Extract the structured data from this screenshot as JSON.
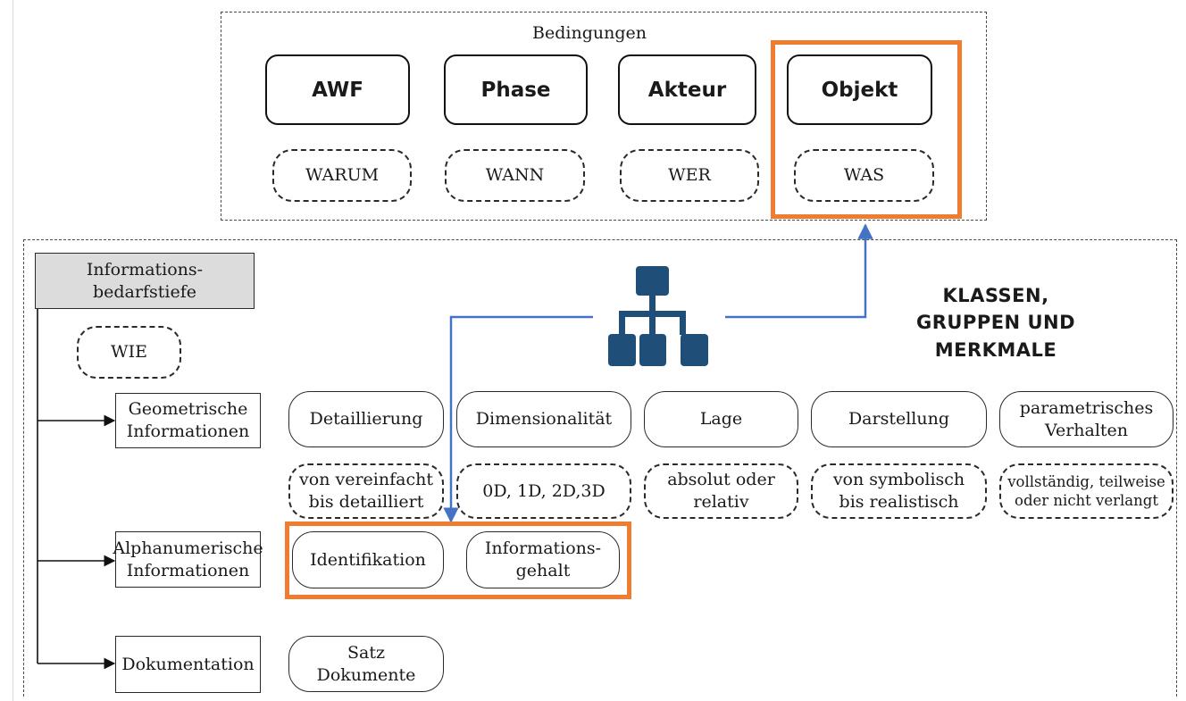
{
  "top_frame": {
    "title": "Bedingungen",
    "conditions": [
      "AWF",
      "Phase",
      "Akteur",
      "Objekt"
    ],
    "questions": [
      "WARUM",
      "WANN",
      "WER",
      "WAS"
    ]
  },
  "info_depth": {
    "header": "Informations-\nbedarfstiefe",
    "question": "WIE"
  },
  "classes_label": "KLASSEN,\nGRUPPEN UND\nMERKMALE",
  "icon": "hierarchy-icon",
  "geometric": {
    "label": "Geometrische\nInformationen",
    "properties": [
      "Detaillierung",
      "Dimensionalität",
      "Lage",
      "Darstellung",
      "parametrisches\nVerhalten"
    ],
    "values": [
      "von vereinfacht\nbis detailliert",
      "0D, 1D, 2D,3D",
      "absolut oder\nrelativ",
      "von symbolisch\nbis realistisch",
      "vollständig, teilweise\noder nicht verlangt"
    ]
  },
  "alphanumeric": {
    "label": "Alphanumerische\nInformationen",
    "items": [
      "Identifikation",
      "Informations-\ngehalt"
    ]
  },
  "documentation": {
    "label": "Dokumentation",
    "items": [
      "Satz\nDokumente"
    ]
  },
  "colors": {
    "highlight": "#ee7d31",
    "arrow": "#4472c4",
    "icon": "#1f4e79"
  }
}
